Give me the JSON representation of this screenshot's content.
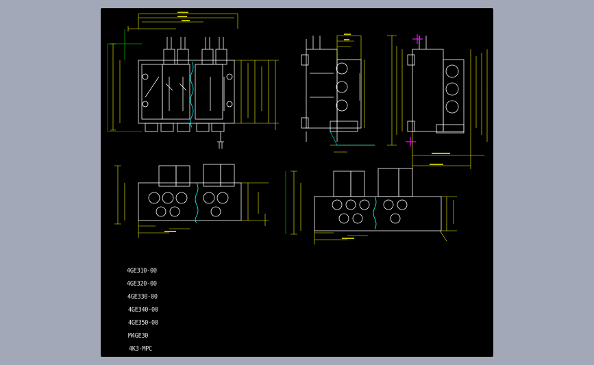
{
  "drawing": {
    "colors": {
      "background": "#000000",
      "canvas_border": "#a3a8b8",
      "outline": "#ffffff",
      "dimension": "#ffff00",
      "leader": "#00ff00",
      "accent_cyan": "#00ffff",
      "accent_magenta": "#ff00ff"
    },
    "model_list": [
      "4GE310-00",
      "4GE320-00",
      "4GE330-00",
      "4GE340-00",
      "4GE350-00",
      "M4GE30",
      "4K3-MPC"
    ]
  }
}
